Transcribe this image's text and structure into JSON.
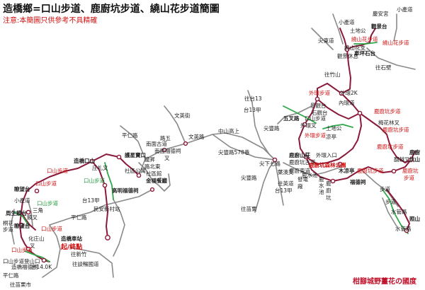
{
  "header": {
    "title": "造橋鄉=口山步道、鹿廚坑步道、繞山花步道簡圖",
    "note": "注意:本簡圖只供參考不具精確"
  },
  "footer": {
    "credit": "柑腳城野薑花の國度"
  },
  "colors": {
    "road": "#8a8a8a",
    "trail": "#8a1a3a",
    "alt_trail": "#2fa84a",
    "label": "#222222",
    "highlight": "#d01010",
    "green_label": "#1e9a3a"
  },
  "labels": [
    {
      "id": "l1",
      "t": "慶安宮",
      "c": "label"
    },
    {
      "id": "l2",
      "t": "小產道",
      "c": "label"
    },
    {
      "id": "l3",
      "t": "觀景台",
      "c": "label"
    },
    {
      "id": "l4",
      "t": "繞山花步道",
      "c": "highlight"
    },
    {
      "id": "l5",
      "t": "小產道",
      "c": "label"
    },
    {
      "id": "l6",
      "t": "土地公",
      "c": "label"
    },
    {
      "id": "l7",
      "t": "繞山花步道",
      "c": "highlight"
    },
    {
      "id": "l8",
      "t": "尖東道",
      "c": "label"
    },
    {
      "id": "l9",
      "t": "繞山花支",
      "c": "label"
    },
    {
      "id": "l10",
      "t": "車坪石台",
      "c": "label"
    },
    {
      "id": "l11",
      "t": "觀景休息",
      "c": "label"
    },
    {
      "id": "l12",
      "t": "往石壁",
      "c": "label"
    },
    {
      "id": "l13",
      "t": "往竹山",
      "c": "label"
    },
    {
      "id": "l14",
      "t": "外環步道",
      "c": "highlight"
    },
    {
      "id": "l15",
      "t": "外環2K",
      "c": "label"
    },
    {
      "id": "l16",
      "t": "往台13",
      "c": "label"
    },
    {
      "id": "l17",
      "t": "台13甲",
      "c": "label"
    },
    {
      "id": "l18",
      "t": "鹿廚坑步道",
      "c": "highlight"
    },
    {
      "id": "l19",
      "t": "景觀台",
      "c": "label"
    },
    {
      "id": "l20",
      "t": "石觀台",
      "c": "label"
    },
    {
      "id": "l21",
      "t": "五叉路",
      "c": "label"
    },
    {
      "id": "l22",
      "t": "口山步道",
      "c": "label"
    },
    {
      "id": "l23",
      "t": "內環道",
      "c": "label"
    },
    {
      "id": "l24",
      "t": "梅花林叉",
      "c": "label"
    },
    {
      "id": "l25",
      "t": "土地公",
      "c": "label"
    },
    {
      "id": "l26",
      "t": "鹿廚坑步道",
      "c": "highlight"
    },
    {
      "id": "l27",
      "t": "尖豐路",
      "c": "label"
    },
    {
      "id": "l28",
      "t": "外環叉",
      "c": "label"
    },
    {
      "id": "l29",
      "t": "凉亭",
      "c": "label"
    },
    {
      "id": "l30",
      "t": "外環步道",
      "c": "highlight"
    },
    {
      "id": "l31",
      "t": "鹿廚",
      "c": "label"
    },
    {
      "id": "l32",
      "t": "坑山",
      "c": "label"
    },
    {
      "id": "l33",
      "t": "鹿廚坑步道",
      "c": "highlight"
    },
    {
      "id": "l34",
      "t": "翻越叉",
      "c": "label"
    },
    {
      "id": "l35",
      "t": "鹿廚坑",
      "c": "highlight"
    },
    {
      "id": "l36",
      "t": "步道",
      "c": "highlight"
    },
    {
      "id": "l37",
      "t": "鹿廚山莊",
      "c": "label"
    },
    {
      "id": "l38",
      "t": "外環入口",
      "c": "label"
    },
    {
      "id": "l39",
      "t": "鹿廚坑古道",
      "c": "label"
    },
    {
      "id": "l40",
      "t": "鹿廚坑森林公園",
      "c": "highlight"
    },
    {
      "id": "l41",
      "t": "尖下七路",
      "c": "label"
    },
    {
      "id": "l42",
      "t": "尖豐路578巷",
      "c": "label"
    },
    {
      "id": "l43",
      "t": "中山高上",
      "c": "label"
    },
    {
      "id": "l44",
      "t": "文英街",
      "c": "label"
    },
    {
      "id": "l45",
      "t": "文英路",
      "c": "label"
    },
    {
      "id": "l46",
      "t": "南面古道",
      "c": "label"
    },
    {
      "id": "l47",
      "t": "路五",
      "c": "label"
    },
    {
      "id": "l48",
      "t": "平仁路",
      "c": "label"
    },
    {
      "id": "l49",
      "t": "造橋口山",
      "c": "label"
    },
    {
      "id": "l50",
      "t": "口山步道",
      "c": "highlight"
    },
    {
      "id": "l51",
      "t": "庄礼叉",
      "c": "label"
    },
    {
      "id": "l52",
      "t": "口山步道",
      "c": "green_label"
    },
    {
      "id": "l53",
      "t": "護星寶口",
      "c": "label"
    },
    {
      "id": "l54",
      "t": "社區公寓",
      "c": "label"
    },
    {
      "id": "l55",
      "t": "龍昇",
      "c": "label"
    },
    {
      "id": "l56",
      "t": "路北東",
      "c": "label"
    },
    {
      "id": "l57",
      "t": "南面福德祠",
      "c": "label"
    },
    {
      "id": "l58",
      "t": "叉",
      "c": "label"
    },
    {
      "id": "l59",
      "t": "社區館",
      "c": "label"
    },
    {
      "id": "l60",
      "t": "金福餐廳",
      "c": "label"
    },
    {
      "id": "l61",
      "t": "高明福德祠",
      "c": "label"
    },
    {
      "id": "l62",
      "t": "台13甲",
      "c": "label"
    },
    {
      "id": "l63",
      "t": "民安新村站",
      "c": "label"
    },
    {
      "id": "l64",
      "t": "平仁路",
      "c": "label"
    },
    {
      "id": "l65",
      "t": "瞭望台",
      "c": "label"
    },
    {
      "id": "l66",
      "t": "口山步道",
      "c": "highlight"
    },
    {
      "id": "l67",
      "t": "小產道",
      "c": "label"
    },
    {
      "id": "l68",
      "t": "口山步道",
      "c": "green_label"
    },
    {
      "id": "l69",
      "t": "三角",
      "c": "label"
    },
    {
      "id": "l70",
      "t": "周生饃台",
      "c": "label"
    },
    {
      "id": "l71",
      "t": "饃叉",
      "c": "label"
    },
    {
      "id": "l72",
      "t": "桐花",
      "c": "label"
    },
    {
      "id": "l73",
      "t": "步道",
      "c": "label"
    },
    {
      "id": "l74",
      "t": "瞭望台",
      "c": "label"
    },
    {
      "id": "l75",
      "t": "口山步道",
      "c": "highlight"
    },
    {
      "id": "l76",
      "t": "化庄山",
      "c": "label"
    },
    {
      "id": "l77",
      "t": "叉",
      "c": "label"
    },
    {
      "id": "l78",
      "t": "造橋車站",
      "c": "label"
    },
    {
      "id": "l79",
      "t": "起/終點",
      "c": "highlight"
    },
    {
      "id": "l80",
      "t": "口山步道",
      "c": "highlight"
    },
    {
      "id": "l81",
      "t": "口山步道登山口",
      "c": "label"
    },
    {
      "id": "l82",
      "t": "造橋福德祠",
      "c": "label"
    },
    {
      "id": "l83",
      "t": "台14.0K",
      "c": "label"
    },
    {
      "id": "l84",
      "t": "往新竹",
      "c": "label"
    },
    {
      "id": "l85",
      "t": "往談暢國道",
      "c": "label"
    },
    {
      "id": "l86",
      "t": "平仁路",
      "c": "label"
    },
    {
      "id": "l87",
      "t": "往苗栗市",
      "c": "label"
    },
    {
      "id": "l88",
      "t": "尖豐路",
      "c": "label"
    },
    {
      "id": "l89",
      "t": "往苗栗",
      "c": "label"
    },
    {
      "id": "l90",
      "t": "台13甲",
      "c": "label"
    },
    {
      "id": "l91",
      "t": "葉澳叉",
      "c": "label"
    },
    {
      "id": "l92",
      "t": "往英道",
      "c": "label"
    },
    {
      "id": "l93",
      "t": "發電",
      "c": "label"
    },
    {
      "id": "l94",
      "t": "廠",
      "c": "label"
    },
    {
      "id": "l95",
      "t": "鹿廚東道",
      "c": "label"
    },
    {
      "id": "l96",
      "t": "鹿",
      "c": "label"
    },
    {
      "id": "l97",
      "t": "水",
      "c": "label"
    },
    {
      "id": "l98",
      "t": "池",
      "c": "label"
    },
    {
      "id": "l99",
      "t": "鹿水池",
      "c": "label"
    },
    {
      "id": "l100",
      "t": "木凉亭",
      "c": "label"
    },
    {
      "id": "l101",
      "t": "福德祠",
      "c": "label"
    },
    {
      "id": "l102",
      "t": "鹿廚坑步道",
      "c": "highlight"
    },
    {
      "id": "l103",
      "t": "鹿",
      "c": "label"
    },
    {
      "id": "l104",
      "t": "廚",
      "c": "label"
    },
    {
      "id": "l105",
      "t": "坑",
      "c": "label"
    },
    {
      "id": "l106",
      "t": "步道",
      "c": "label"
    },
    {
      "id": "l107",
      "t": "步道",
      "c": "label"
    },
    {
      "id": "l108",
      "t": "水管路",
      "c": "label"
    },
    {
      "id": "l109",
      "t": "照山",
      "c": "label"
    },
    {
      "id": "l110",
      "t": "水管路",
      "c": "label"
    }
  ]
}
